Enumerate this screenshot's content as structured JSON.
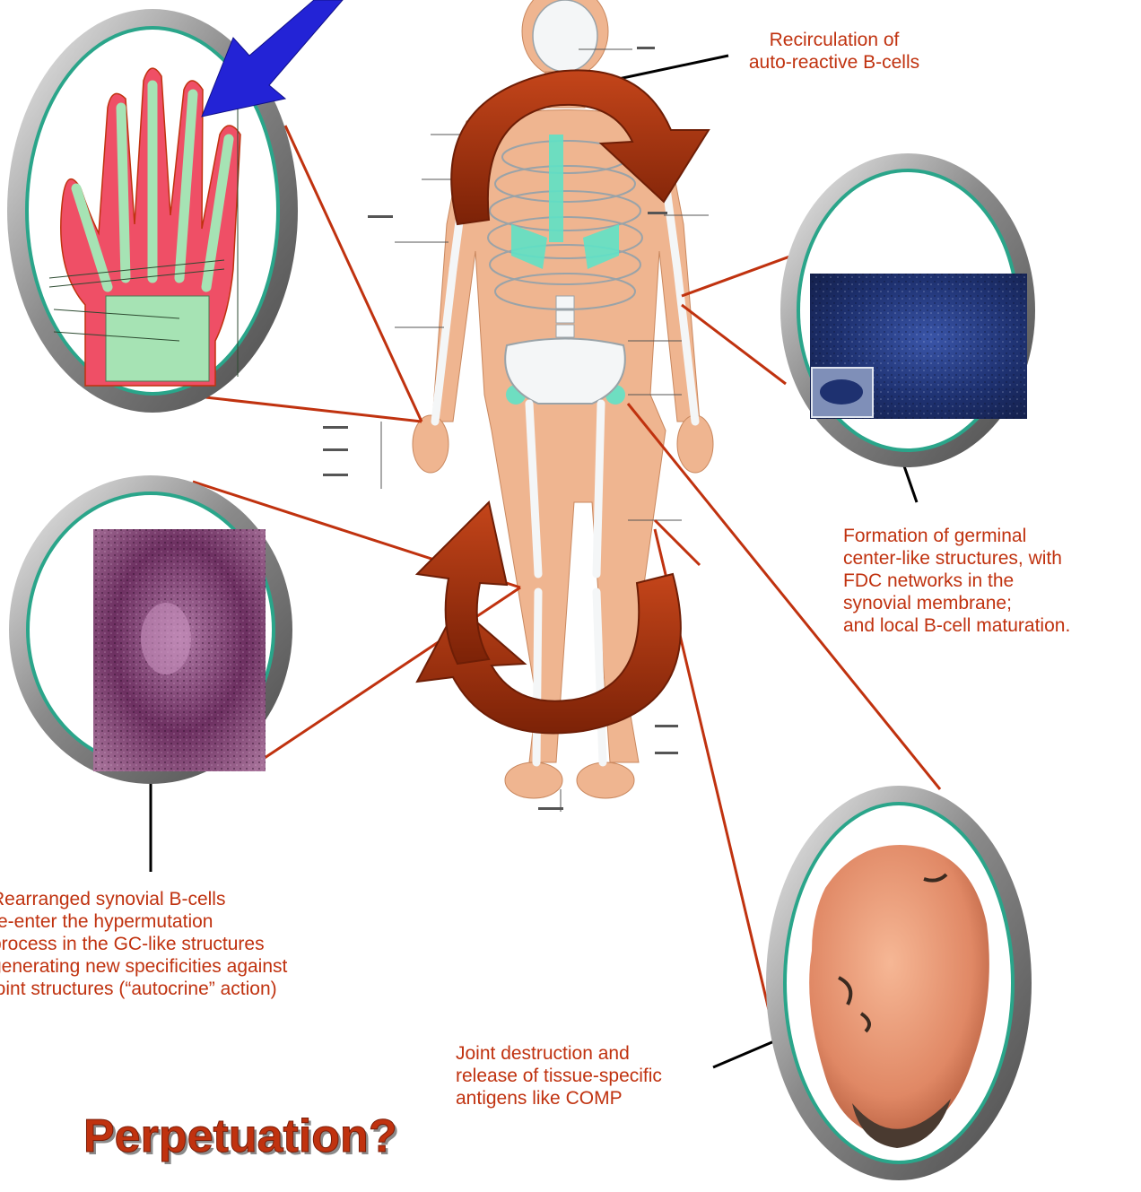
{
  "labels": {
    "recirculation": "Recirculation of\nauto-reactive B-cells",
    "germinal_center": "Formation of germinal\ncenter-like structures, with\nFDC networks in the\nsynovial membrane;\nand local B-cell maturation.",
    "synovial_bcells": "Rearranged synovial B-cells\nre-enter the hypermutation\nprocess in the GC-like structures\ngenerating new specificities against\njoint structures (“autocrine” action)",
    "joint_destruction": "Joint destruction and\nrelease of tissue-specific\nantigens like COMP"
  },
  "title": "Perpetuation?",
  "colors": {
    "label_text": "#c0320f",
    "connector_line": "#c0320f",
    "arrow_fill": "#a2300c",
    "arrow_dark": "#6e1e06",
    "ring_gray": "#8c8c8c",
    "ring_teal": "#2aa58a",
    "body_skin": "#efb590",
    "bones": "#f4f6f7",
    "cartilage": "#5fe2c6",
    "blue_pointer": "#2323d6",
    "lymph_tissue": "#1d2f72",
    "synovium_tissue": "#7a3c6d",
    "joint_tissue": "#e0906f"
  }
}
